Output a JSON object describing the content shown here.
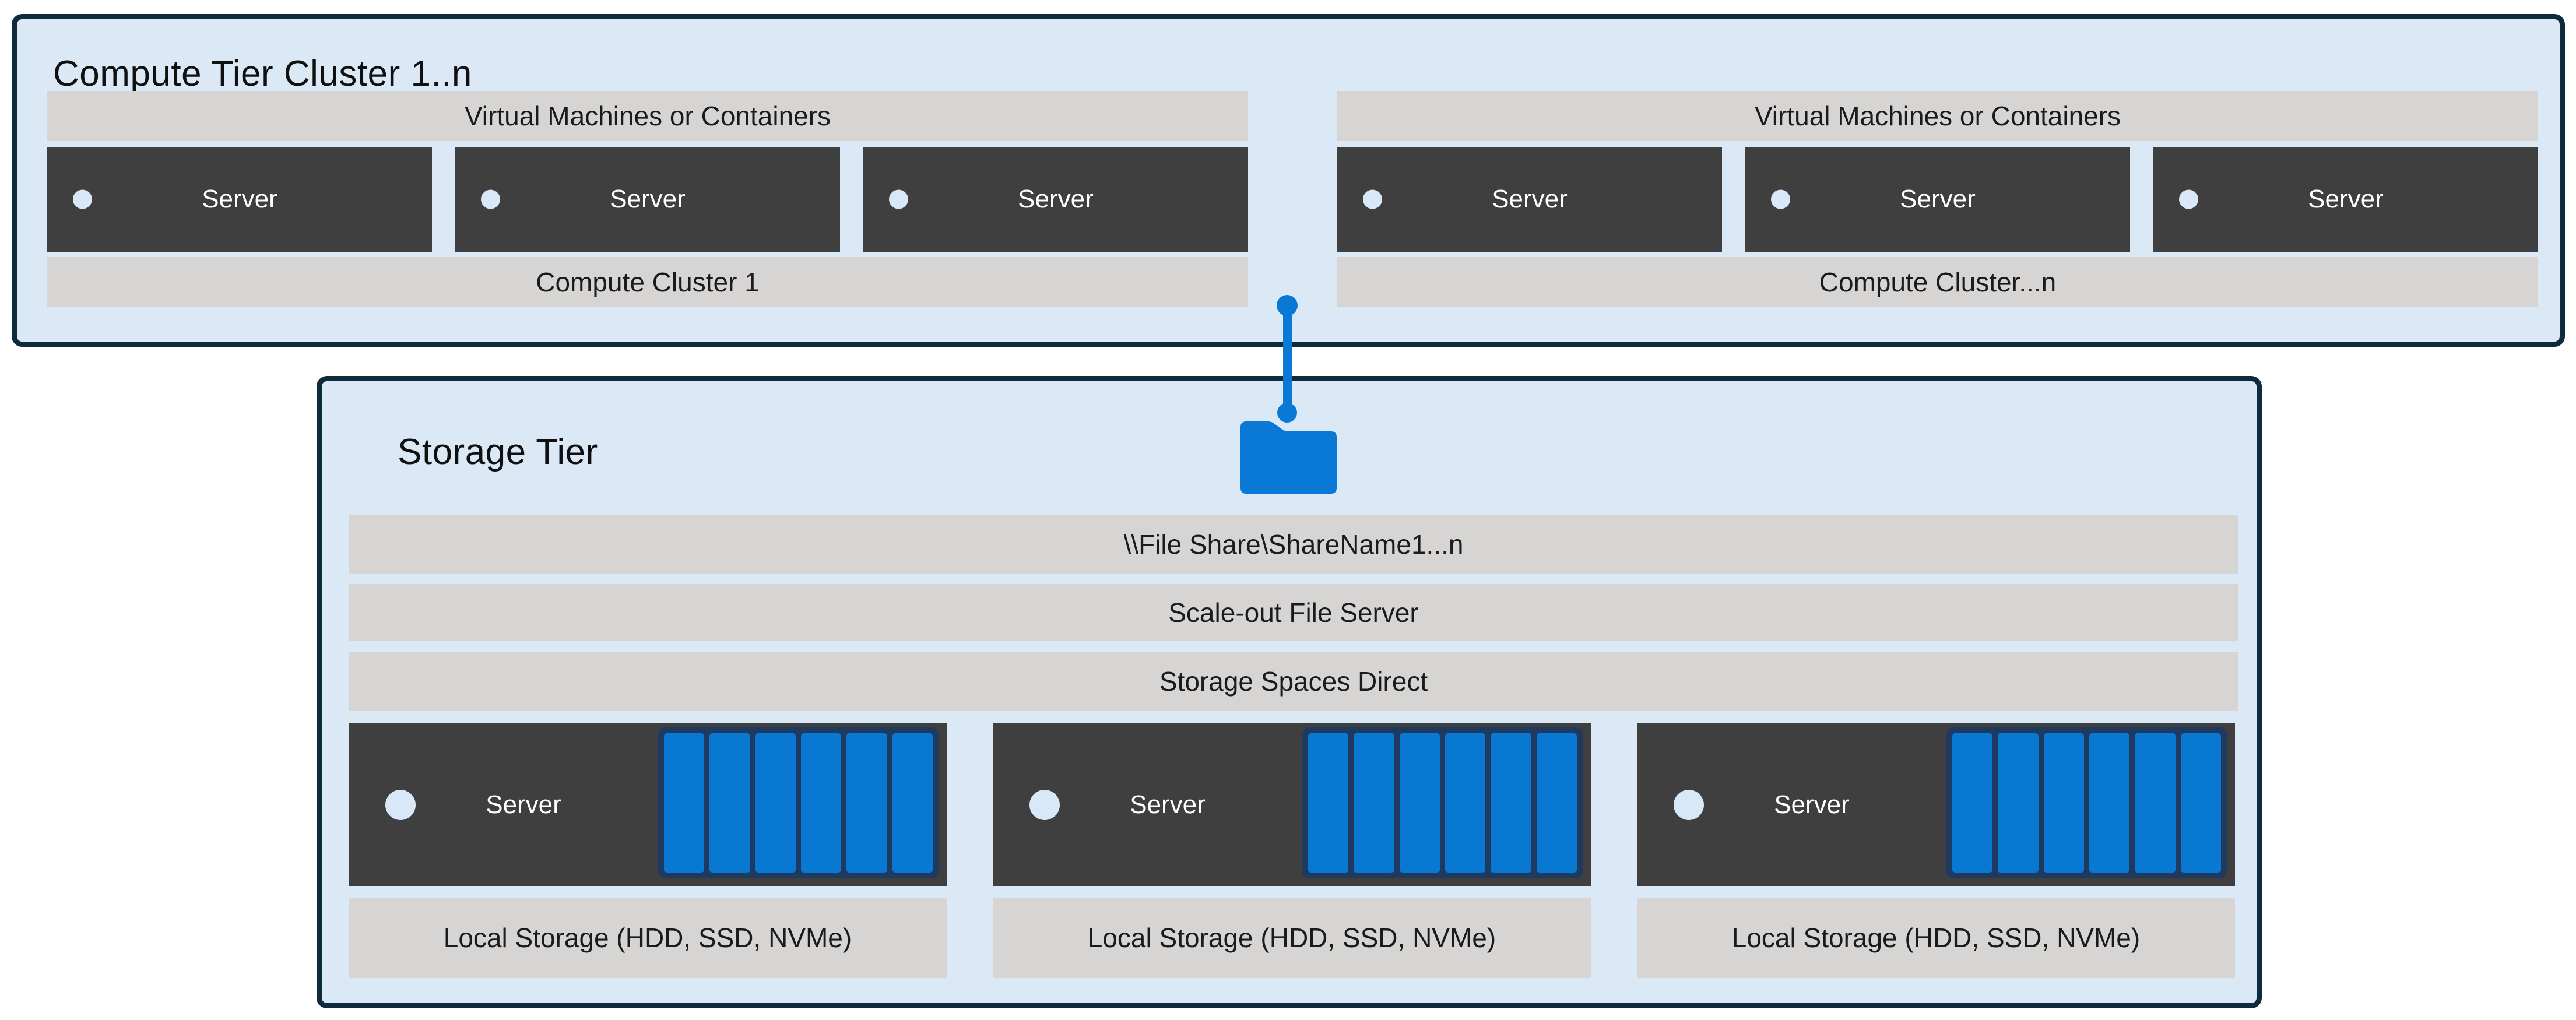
{
  "colors": {
    "tier_background": "#dbe9f7",
    "tier_border": "#0d2b3d",
    "gray_bar": "#d7d5d4",
    "server_box": "#3f3f3f",
    "accent_blue": "#0a79d6",
    "disk_blue": "#0878d3",
    "disk_frame_navy": "#1f3a60",
    "server_dot": "#d8e8f8",
    "text_dark": "#101010",
    "text_light": "#ffffff"
  },
  "compute_tier": {
    "title": "Compute Tier Cluster 1..n",
    "clusters": [
      {
        "header": "Virtual Machines or Containers",
        "servers": [
          "Server",
          "Server",
          "Server"
        ],
        "footer": "Compute Cluster 1"
      },
      {
        "header": "Virtual Machines or Containers",
        "servers": [
          "Server",
          "Server",
          "Server"
        ],
        "footer": "Compute Cluster...n"
      }
    ]
  },
  "connector": {
    "icon": "folder-icon"
  },
  "storage_tier": {
    "title": "Storage Tier",
    "bars": [
      "\\\\File Share\\ShareName1...n",
      "Scale-out File Server",
      "Storage Spaces Direct"
    ],
    "servers": [
      {
        "label": "Server",
        "disk_count": 6,
        "footer": "Local Storage (HDD, SSD, NVMe)"
      },
      {
        "label": "Server",
        "disk_count": 6,
        "footer": "Local Storage (HDD, SSD, NVMe)"
      },
      {
        "label": "Server",
        "disk_count": 6,
        "footer": "Local Storage (HDD, SSD, NVMe)"
      }
    ]
  }
}
